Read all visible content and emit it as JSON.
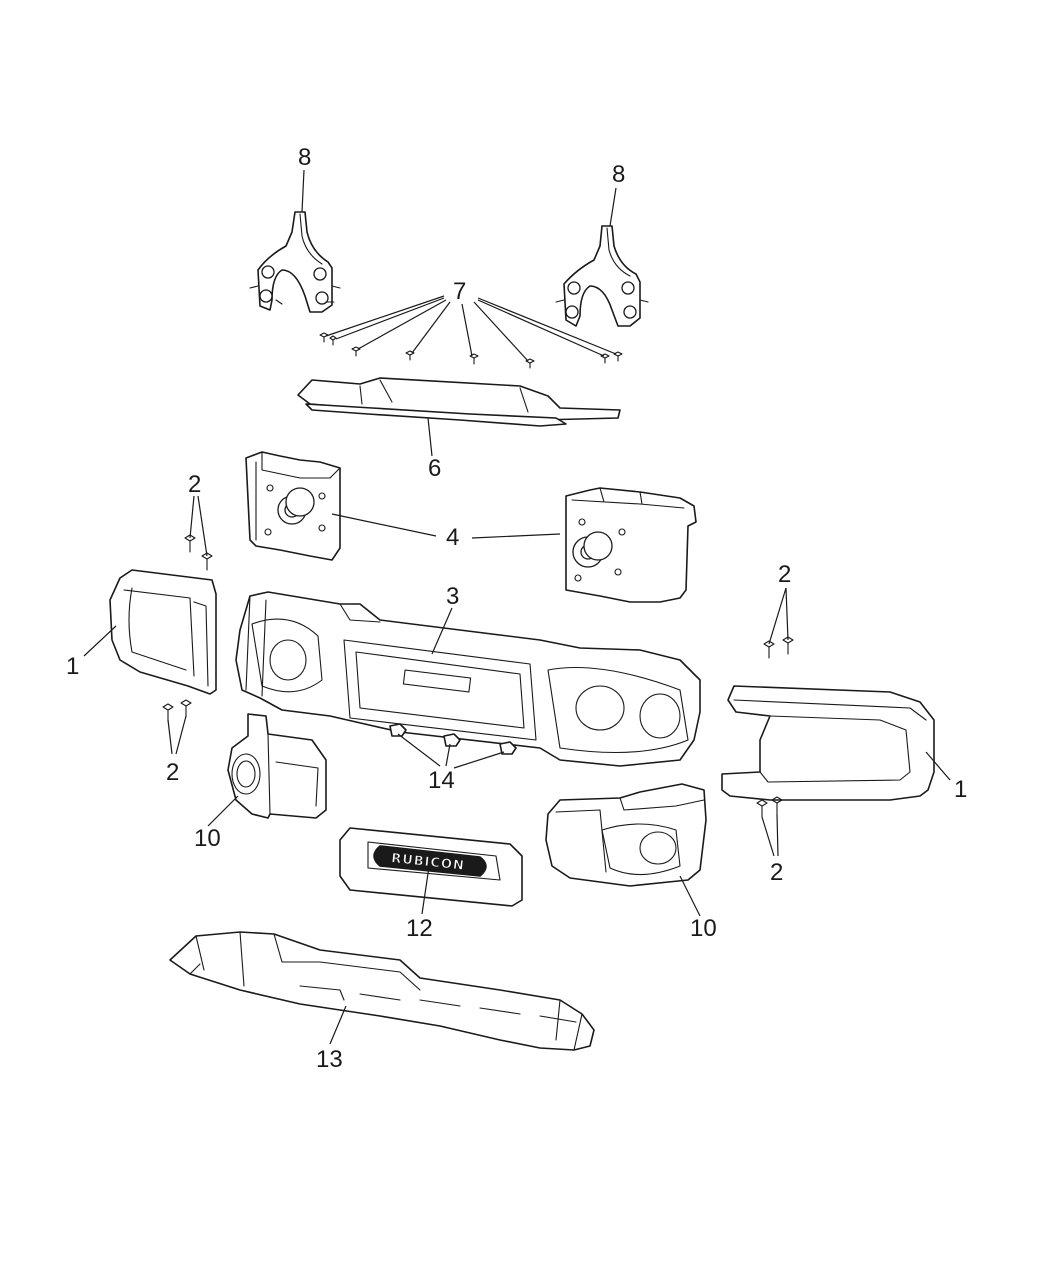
{
  "diagram": {
    "callouts": [
      {
        "id": "c8a",
        "label": "8"
      },
      {
        "id": "c8b",
        "label": "8"
      },
      {
        "id": "c7",
        "label": "7"
      },
      {
        "id": "c6",
        "label": "6"
      },
      {
        "id": "c2a",
        "label": "2"
      },
      {
        "id": "c4",
        "label": "4"
      },
      {
        "id": "c3",
        "label": "3"
      },
      {
        "id": "c2b",
        "label": "2"
      },
      {
        "id": "c1a",
        "label": "1"
      },
      {
        "id": "c2c",
        "label": "2"
      },
      {
        "id": "c14",
        "label": "14"
      },
      {
        "id": "c1b",
        "label": "1"
      },
      {
        "id": "c10a",
        "label": "10"
      },
      {
        "id": "c2d",
        "label": "2"
      },
      {
        "id": "c12",
        "label": "12"
      },
      {
        "id": "c10b",
        "label": "10"
      },
      {
        "id": "c13",
        "label": "13"
      }
    ],
    "badge_text": "RUBICON"
  }
}
